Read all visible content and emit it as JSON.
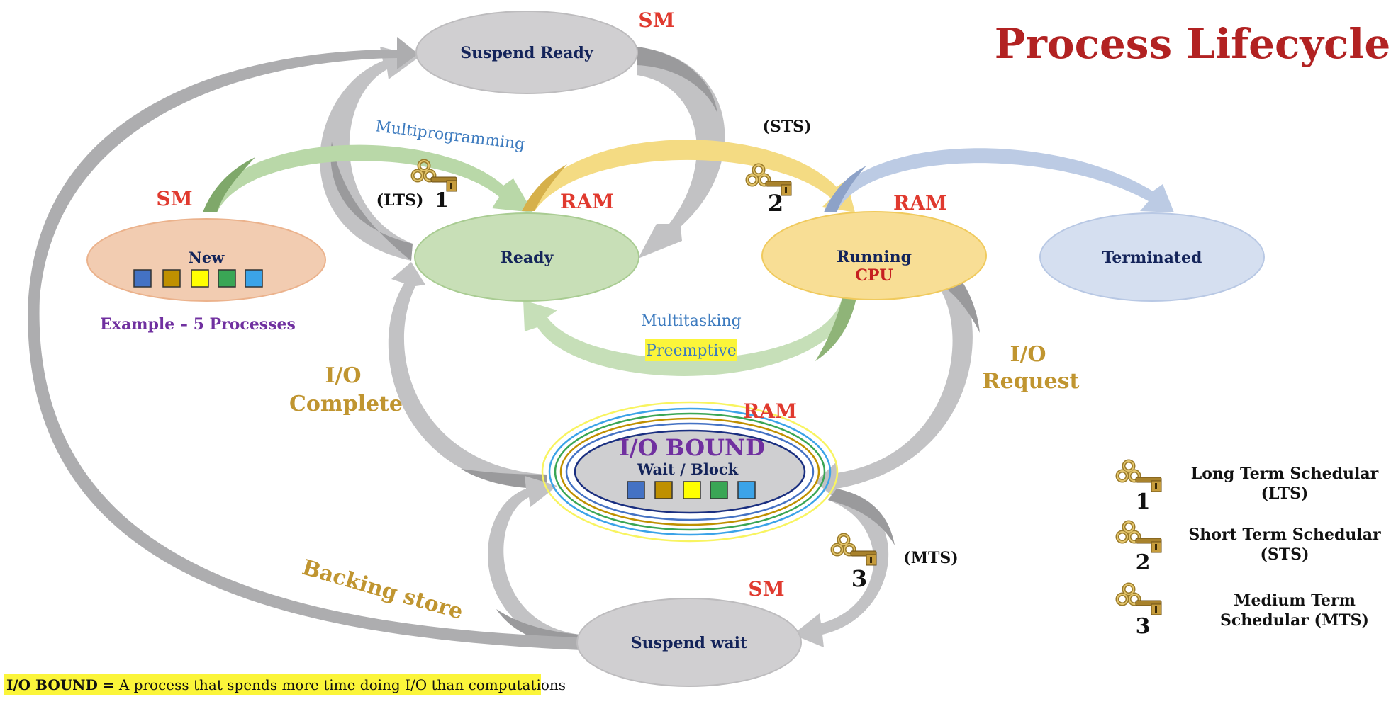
{
  "title": "Process Lifecycle",
  "states": {
    "new": "New",
    "ready": "Ready",
    "running": "Running",
    "running_sub": "CPU",
    "terminated": "Terminated",
    "suspend_ready": "Suspend Ready",
    "suspend_wait": "Suspend wait",
    "io_bound": "I/O BOUND",
    "io_bound_sub": "Wait / Block"
  },
  "labels": {
    "sm_top": "SM",
    "sm_new": "SM",
    "sm_bottom": "SM",
    "ram_ready": "RAM",
    "ram_running": "RAM",
    "ram_io": "RAM",
    "lts": "(LTS)",
    "sts": "(STS)",
    "mts": "(MTS)",
    "key1": "1",
    "key2": "2",
    "key3": "3",
    "multiprogramming": "Multiprogramming",
    "multitasking": "Multitasking",
    "preemptive": "Preemptive",
    "io_complete_1": "I/O",
    "io_complete_2": "Complete",
    "io_request_1": "I/O",
    "io_request_2": "Request",
    "backing_store": "Backing store",
    "example": "Example – 5 Processes"
  },
  "legend": [
    {
      "num": "1",
      "line1": "Long Term Schedular",
      "line2": "(LTS)"
    },
    {
      "num": "2",
      "line1": "Short Term Schedular",
      "line2": "(STS)"
    },
    {
      "num": "3",
      "line1": "Medium Term",
      "line2": "Schedular (MTS)"
    }
  ],
  "footnote": {
    "term": "I/O BOUND =",
    "text": " A process that spends more time doing I/O than computations"
  },
  "process_colors": [
    "#4472c4",
    "#bf9000",
    "#ffff00",
    "#3aa655",
    "#3ba3e8"
  ],
  "colors": {
    "title": "#b22222",
    "sm_ram": "#e03a2f",
    "state_text": "#14245a",
    "io_label": "#c09530",
    "purple": "#7030a0",
    "blue_label": "#3d7bbf"
  }
}
